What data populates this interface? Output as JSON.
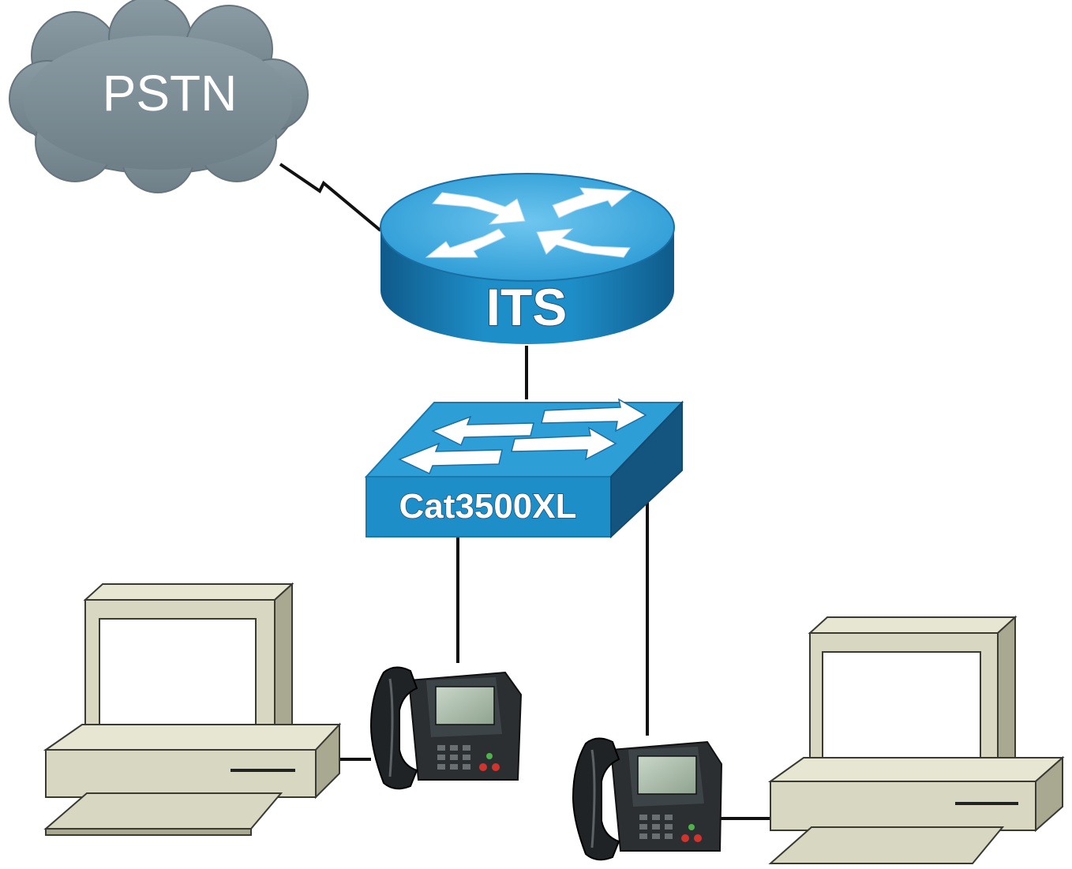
{
  "nodes": {
    "pstn": {
      "label": "PSTN",
      "icon": "cloud-icon"
    },
    "router": {
      "label": "ITS",
      "icon": "router-icon"
    },
    "switch": {
      "label": "Cat3500XL",
      "icon": "switch-icon"
    },
    "pc_left": {
      "icon": "workstation-icon"
    },
    "pc_right": {
      "icon": "workstation-icon"
    },
    "phone_left": {
      "icon": "ip-phone-icon"
    },
    "phone_right": {
      "icon": "ip-phone-icon"
    }
  },
  "links": [
    {
      "from": "pstn",
      "to": "router",
      "style": "serial-zigzag"
    },
    {
      "from": "router",
      "to": "switch",
      "style": "ethernet"
    },
    {
      "from": "switch",
      "to": "phone_left",
      "style": "ethernet"
    },
    {
      "from": "switch",
      "to": "phone_right",
      "style": "ethernet"
    },
    {
      "from": "pc_left",
      "to": "phone_left",
      "style": "ethernet"
    },
    {
      "from": "phone_right",
      "to": "pc_right",
      "style": "ethernet"
    }
  ],
  "colors": {
    "cloud": "#7f9099",
    "cisco_blue": "#1e8ec8",
    "cisco_blue_dark": "#14557f",
    "pc_beige": "#d8d8c2",
    "link": "#111111"
  }
}
